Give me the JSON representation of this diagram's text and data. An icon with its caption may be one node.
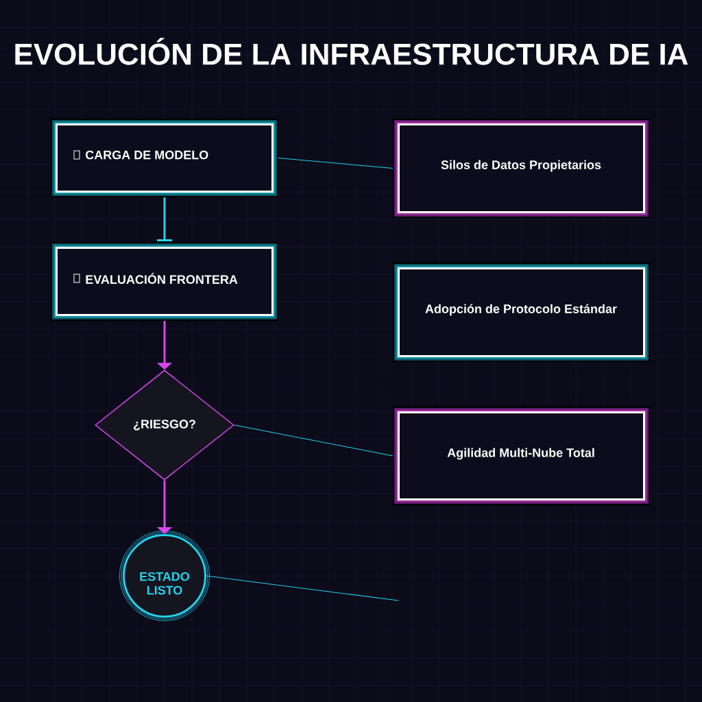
{
  "diagram": {
    "title": "EVOLUCIÓN DE LA INFRAESTRUCTURA DE IA",
    "nodes": [
      {
        "text": [
          "CARGA DE MODELO"
        ]
      },
      {
        "text": [
          "Silos de Datos Propietarios"
        ]
      },
      {
        "text": [
          "EVALUACIÓN FRONTERA"
        ]
      },
      {
        "text": [
          "Adopción de Protocolo Estándar"
        ]
      },
      {
        "text": [
          "¿RIESGO?"
        ]
      },
      {
        "text": [
          "Agilidad Multi-Nube Total"
        ]
      },
      {
        "text": [
          "ESTADO LISTO"
        ]
      }
    ],
    "edges": [
      {
        "from": 0,
        "to": 2,
        "arrow": "other",
        "style": "thick"
      },
      {
        "from": 2,
        "to": 4,
        "arrow": "to",
        "style": "thick",
        "color": "#d946ef"
      },
      {
        "from": 4,
        "to": 6,
        "arrow": "to",
        "style": "thick",
        "color": "#d946ef"
      },
      {
        "from": 0,
        "to": 1,
        "arrow": "none"
      },
      {
        "from": 4,
        "to": 5,
        "arrow": "none"
      },
      {
        "from": 6,
        "to": null,
        "arrow": "none"
      }
    ]
  }
}
